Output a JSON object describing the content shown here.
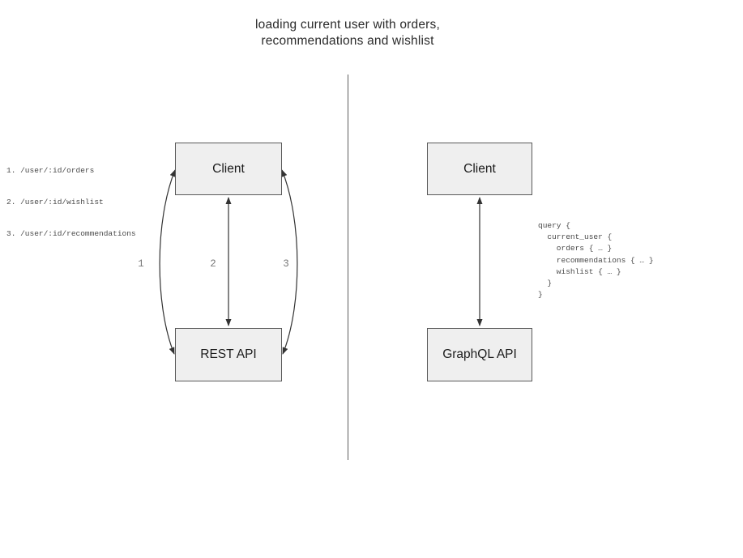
{
  "title": {
    "line1": "loading current user with orders,",
    "line2": "recommendations and wishlist"
  },
  "rest": {
    "endpoints": [
      "1. /user/:id/orders",
      "2. /user/:id/wishlist",
      "3. /user/:id/recommendations"
    ],
    "client_label": "Client",
    "api_label": "REST API",
    "arrow_labels": [
      "1",
      "2",
      "3"
    ]
  },
  "graphql": {
    "client_label": "Client",
    "api_label": "GraphQL API",
    "query": "query {\n  current_user {\n    orders { … }\n    recommendations { … }\n    wishlist { … }\n  }\n}"
  },
  "colors": {
    "background": "#ffffff",
    "box_fill": "#efefef",
    "box_border": "#595959",
    "arrow_stroke": "#333333",
    "divider": "#5f5f5f",
    "code_text": "#4a4a4a",
    "arrow_label_text": "#7a7a7a",
    "title_text": "#2b2b2b"
  }
}
